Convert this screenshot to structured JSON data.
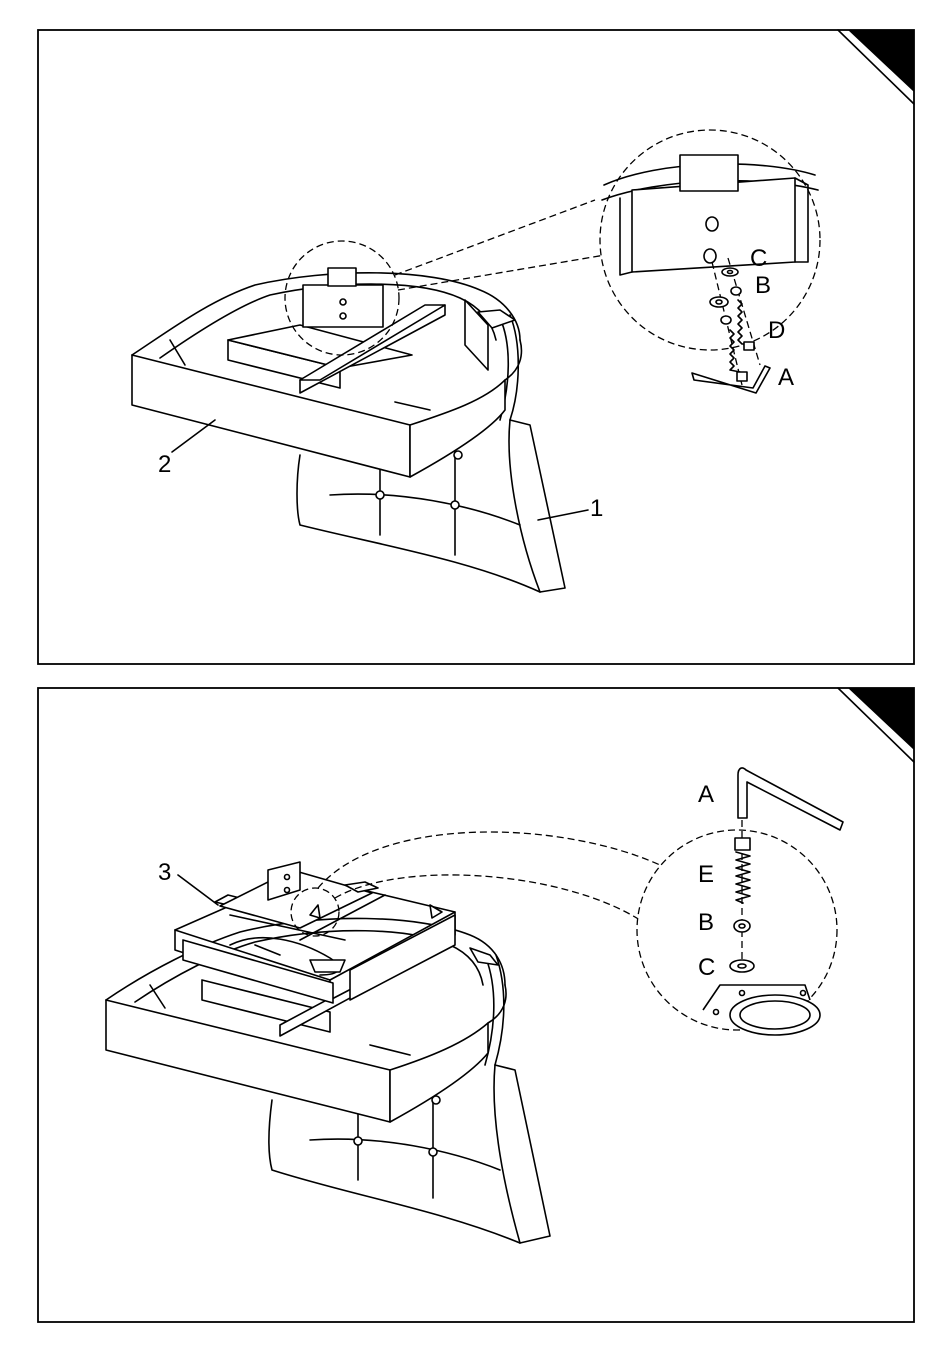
{
  "step1": {
    "part_labels": {
      "seat_frame": "2",
      "chair_base": "1"
    },
    "hardware_labels": {
      "c": "C",
      "b": "B",
      "d": "D",
      "a": "A"
    }
  },
  "step2": {
    "part_labels": {
      "swivel_plate": "3"
    },
    "hardware_labels": {
      "a": "A",
      "e": "E",
      "b": "B",
      "c": "C"
    }
  },
  "colors": {
    "ink": "#000000",
    "paper": "#ffffff"
  }
}
